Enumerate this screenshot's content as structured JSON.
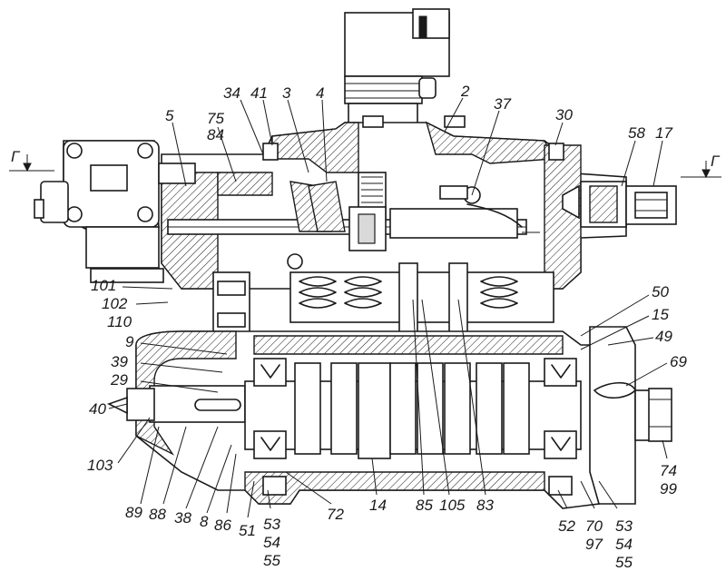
{
  "section_marks": {
    "left": "Г",
    "right": "Г"
  },
  "callouts": {
    "c34": "34",
    "c41": "41",
    "c3": "3",
    "c4": "4",
    "c2": "2",
    "c37": "37",
    "c30": "30",
    "c58": "58",
    "c17": "17",
    "c5": "5",
    "c75": "75",
    "c84": "84",
    "c101": "101",
    "c102": "102",
    "c110": "110",
    "c9": "9",
    "c39": "39",
    "c29": "29",
    "c40": "40",
    "c103": "103",
    "c50": "50",
    "c15": "15",
    "c49": "49",
    "c69": "69",
    "c74": "74",
    "c99": "99",
    "c89": "89",
    "c88": "88",
    "c38": "38",
    "c8": "8",
    "c86": "86",
    "c51": "51",
    "c53a": "53",
    "c54a": "54",
    "c55a": "55",
    "c72": "72",
    "c14": "14",
    "c85": "85",
    "c105": "105",
    "c83": "83",
    "c52": "52",
    "c70": "70",
    "c97": "97",
    "c53b": "53",
    "c54b": "54",
    "c55b": "55"
  }
}
